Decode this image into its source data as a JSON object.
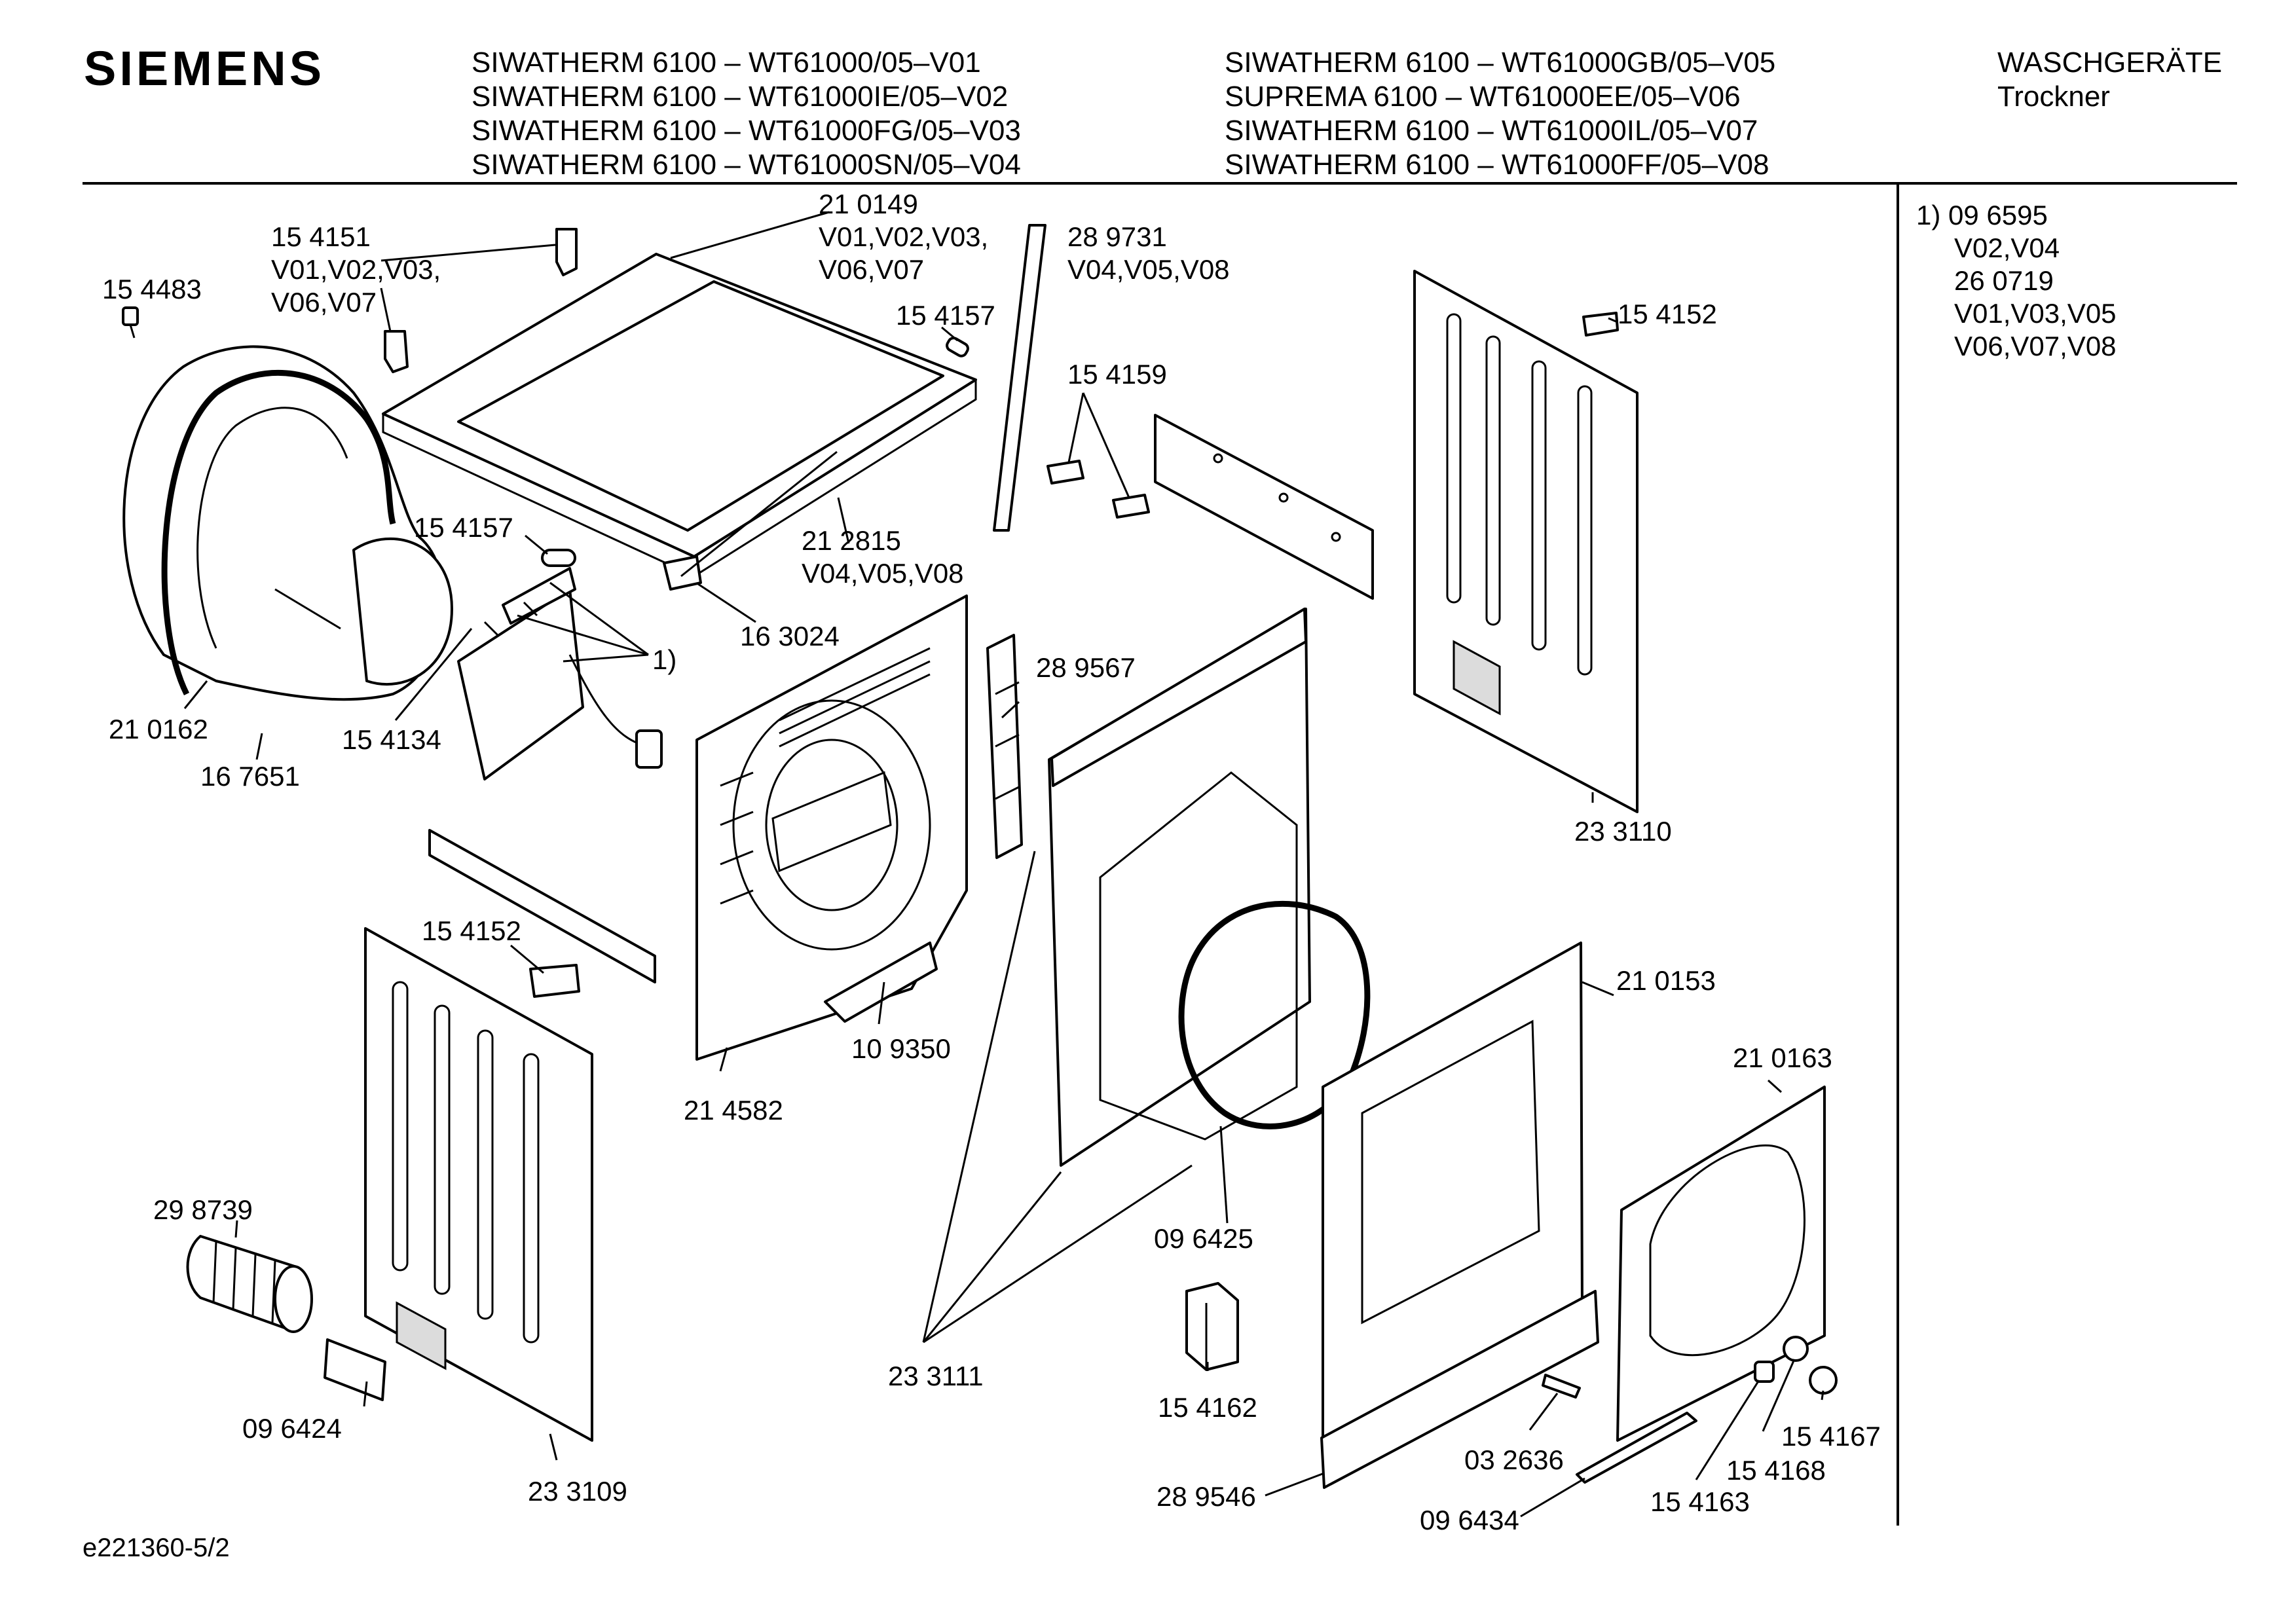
{
  "brand": "SIEMENS",
  "models_left": [
    "SIWATHERM 6100 – WT61000/05–V01",
    "SIWATHERM 6100 – WT61000IE/05–V02",
    "SIWATHERM 6100 – WT61000FG/05–V03",
    "SIWATHERM 6100 – WT61000SN/05–V04"
  ],
  "models_right": [
    "SIWATHERM 6100 – WT61000GB/05–V05",
    "SUPREMA 6100 – WT61000EE/05–V06",
    "SIWATHERM 6100 – WT61000IL/05–V07",
    "SIWATHERM 6100 – WT61000FF/05–V08"
  ],
  "category": [
    "WASCHGERÄTE",
    "Trockner"
  ],
  "footnote": [
    "1)  09 6595",
    "V02,V04",
    "26 0719",
    "V01,V03,V05",
    "V06,V07,V08"
  ],
  "diagram_ref": "e221360-5/2",
  "labels": {
    "p154483": "15 4483",
    "p154151": [
      "15 4151",
      "V01,V02,V03,",
      "V06,V07"
    ],
    "p210149": [
      "21 0149",
      "V01,V02,V03,",
      "V06,V07"
    ],
    "p289731": [
      "28 9731",
      "V04,V05,V08"
    ],
    "p154157a": "15 4157",
    "p154159": "15 4159",
    "p154152a": "15 4152",
    "p154157b": "15 4157",
    "p212815": [
      "21 2815",
      "V04,V05,V08"
    ],
    "p163024": "16 3024",
    "p1note": "1)",
    "p210162": "21 0162",
    "p154134": "15 4134",
    "p167651": "16 7651",
    "p289567": "28 9567",
    "p233110": "23 3110",
    "p154152b": "15 4152",
    "p109350": "10 9350",
    "p214582": "21 4582",
    "p210153": "21 0153",
    "p210163": "21 0163",
    "p298739": "29 8739",
    "p096425": "09 6425",
    "p096424": "09 6424",
    "p233111": "23 3111",
    "p154162": "15 4162",
    "p154167": "15 4167",
    "p154168": "15 4168",
    "p032636": "03 2636",
    "p154163": "15 4163",
    "p233109": "23 3109",
    "p289546": "28 9546",
    "p096434": "09 6434"
  }
}
